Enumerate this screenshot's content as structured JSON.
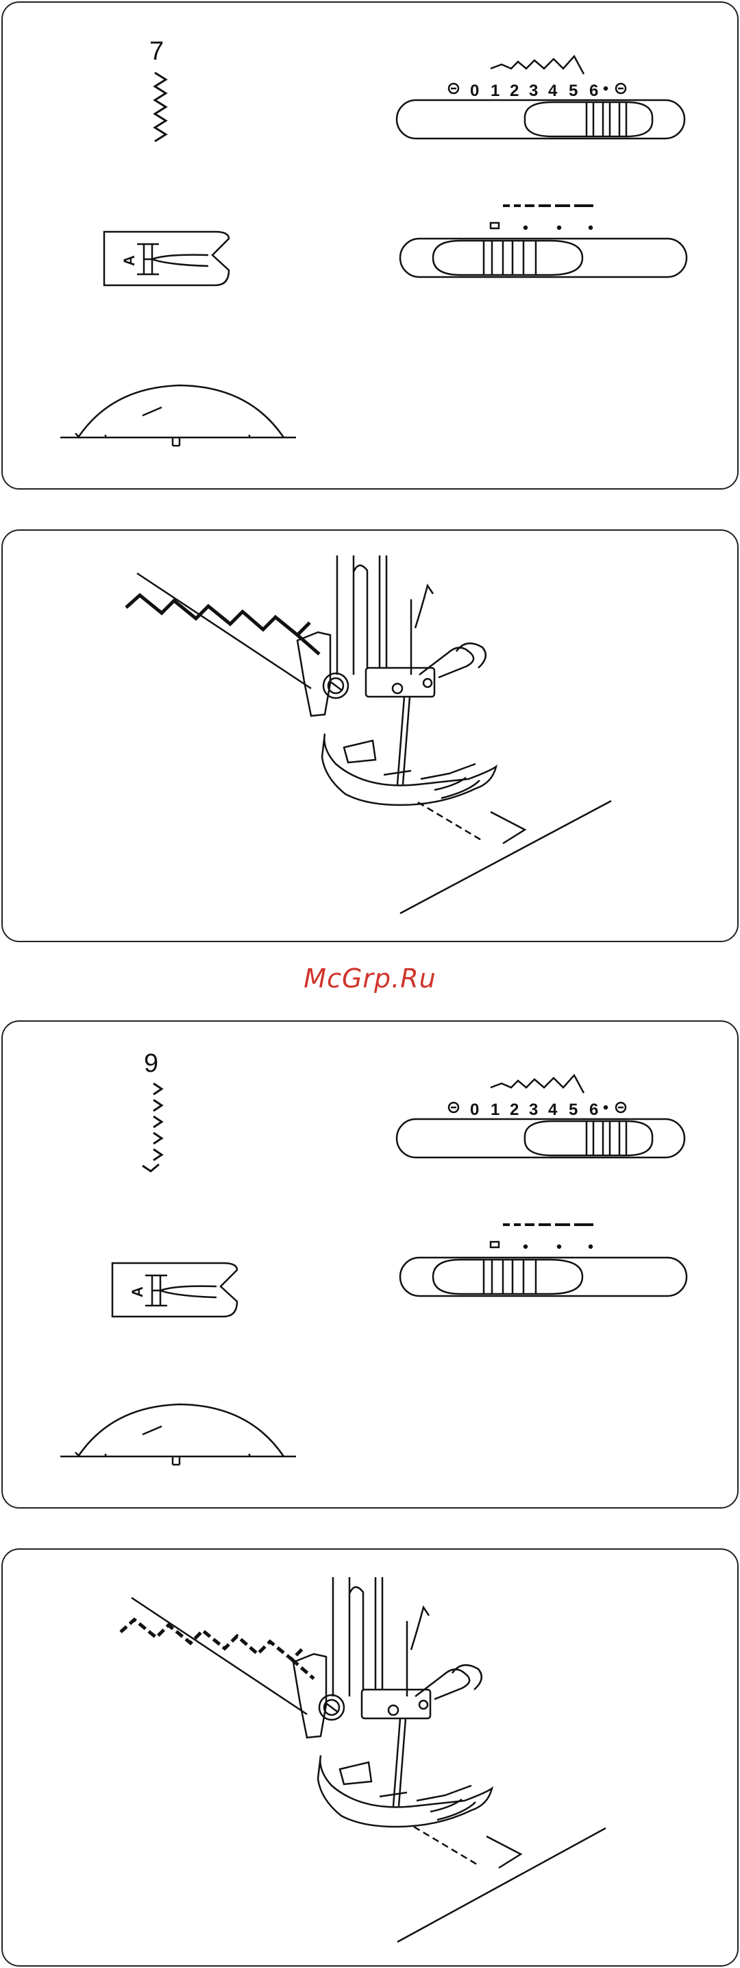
{
  "panels": [
    {
      "stitch_number": "7",
      "width_scale": [
        "0",
        "1",
        "2",
        "3",
        "4",
        "5",
        "6"
      ],
      "foot_letter": "A"
    },
    {
      "stitch_number": "9",
      "width_scale": [
        "0",
        "1",
        "2",
        "3",
        "4",
        "5",
        "6"
      ],
      "foot_letter": "A"
    }
  ],
  "watermark": "McGrp.Ru",
  "colors": {
    "line": "#111111",
    "watermark": "#d0342c",
    "background": "#ffffff"
  }
}
